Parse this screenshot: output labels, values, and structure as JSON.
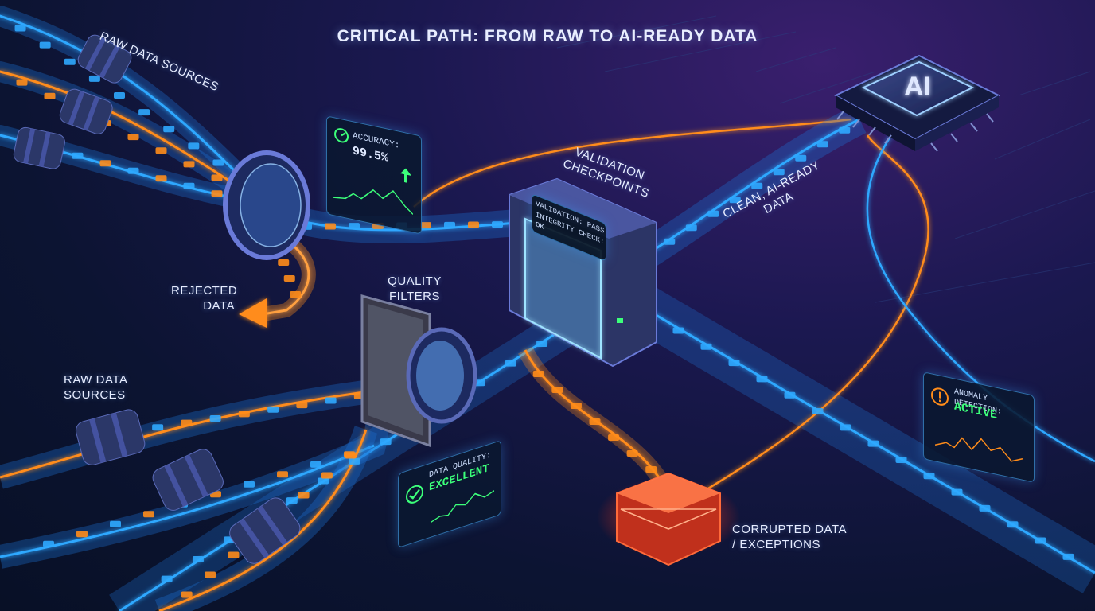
{
  "title": "CRITICAL PATH: FROM RAW TO AI-READY DATA",
  "labels": {
    "raw_sources_top": "RAW DATA SOURCES",
    "raw_sources_bottom": "RAW DATA\nSOURCES",
    "rejected": "REJECTED\nDATA",
    "quality_filters": "QUALITY\nFILTERS",
    "validation": "VALIDATION\nCHECKPOINTS",
    "clean_data": "CLEAN, AI-READY\nDATA",
    "corrupted": "CORRUPTED DATA\n/ EXCEPTIONS",
    "chip": "AI"
  },
  "panels": {
    "accuracy": {
      "label": "ACCURACY:",
      "value": "99.5%"
    },
    "validation_screen": {
      "line1": "VALIDATION: PASS",
      "line2": "INTEGRITY CHECK: OK"
    },
    "data_quality": {
      "label": "DATA QUALITY:",
      "value": "EXCELLENT"
    },
    "anomaly": {
      "label": "ANOMALY DETECTION:",
      "value": "ACTIVE"
    }
  },
  "colors": {
    "stream_blue": "#2fa8ff",
    "stream_orange": "#ff8c1a",
    "accent_green": "#3cff7a",
    "corrupted_red": "#ff4a2a"
  }
}
